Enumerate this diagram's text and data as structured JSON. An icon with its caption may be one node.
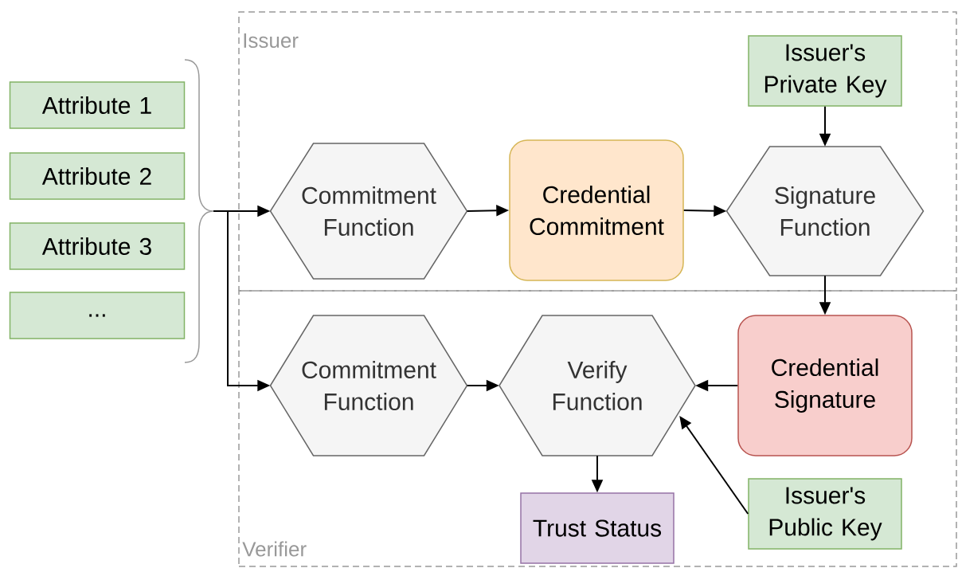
{
  "diagram": {
    "nodes": [
      {
        "text": [
          "Issuer"
        ]
      },
      {
        "text": [
          "Verifier"
        ]
      },
      {
        "text": [
          "Attribute 1"
        ]
      },
      {
        "text": [
          "Attribute 2"
        ]
      },
      {
        "text": [
          "Attribute 3"
        ]
      },
      {
        "text": [
          "..."
        ]
      },
      {
        "text": [
          "Commitment Function"
        ],
        "in": 0
      },
      {
        "text": [
          "Credential Commitment"
        ],
        "in": 0
      },
      {
        "text": [
          "Signature Function"
        ],
        "in": 0
      },
      {
        "text": [
          "Issuer's Private Key"
        ],
        "in": 0
      },
      {
        "text": [
          "Commitment Function"
        ],
        "in": 1
      },
      {
        "text": [
          "Verify Function"
        ],
        "in": 1
      },
      {
        "text": [
          "Credential Signature"
        ],
        "in": 1
      },
      {
        "text": [
          "Trust Status"
        ],
        "in": 1
      },
      {
        "text": [
          "Issuer's Public Key"
        ],
        "in": 1
      },
      {
        "text": [],
        "shape": "brace"
      }
    ],
    "edges": [
      {
        "from": 15,
        "to": 6,
        "arrow": "to"
      },
      {
        "from": 15,
        "to": 10,
        "arrow": "to"
      },
      {
        "from": 6,
        "to": 7,
        "arrow": "to"
      },
      {
        "from": 7,
        "to": 8,
        "arrow": "to"
      },
      {
        "from": 9,
        "to": 8,
        "arrow": "to"
      },
      {
        "from": 8,
        "to": 12,
        "arrow": "to"
      },
      {
        "from": 10,
        "to": 11,
        "arrow": "to"
      },
      {
        "from": 12,
        "to": 11,
        "arrow": "to"
      },
      {
        "from": 14,
        "to": 11,
        "arrow": "to"
      },
      {
        "from": 11,
        "to": 13,
        "arrow": "to"
      }
    ]
  }
}
